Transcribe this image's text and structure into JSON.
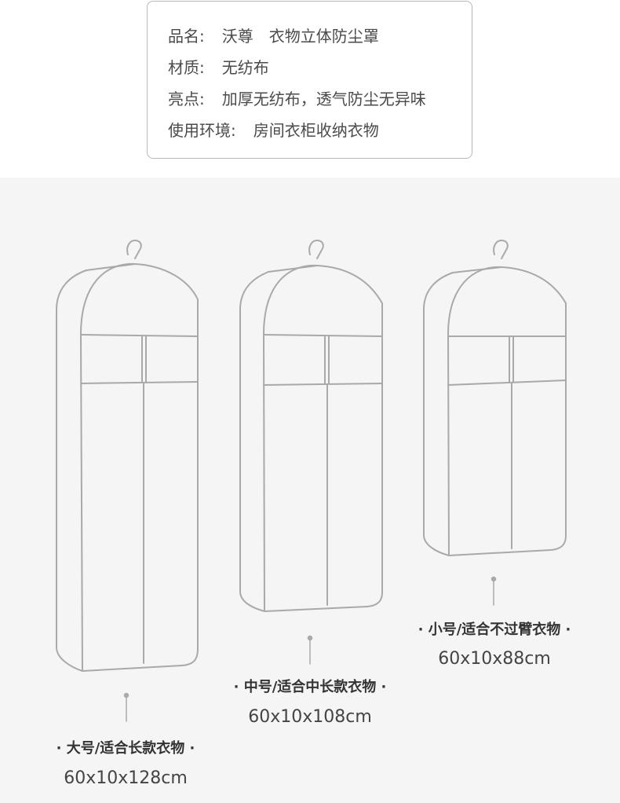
{
  "specs": {
    "name_key": "品名:",
    "name_val": "沃尊　衣物立体防尘罩",
    "material_key": "材质:",
    "material_val": "无纺布",
    "highlight_key": "亮点:",
    "highlight_val": "加厚无纺布，透气防尘无异味",
    "env_key": "使用环境:",
    "env_val": "房间衣柜收纳衣物"
  },
  "sizes": {
    "large": {
      "label": "· 大号/适合长款衣物 ·",
      "dimensions": "60x10x128cm"
    },
    "medium": {
      "label": "· 中号/适合中长款衣物 ·",
      "dimensions": "60x10x108cm"
    },
    "small": {
      "label": "· 小号/适合不过臂衣物 ·",
      "dimensions": "60x10x88cm"
    }
  },
  "colors": {
    "outline": "#a9a9a9",
    "panel": "#f5f5f5"
  }
}
